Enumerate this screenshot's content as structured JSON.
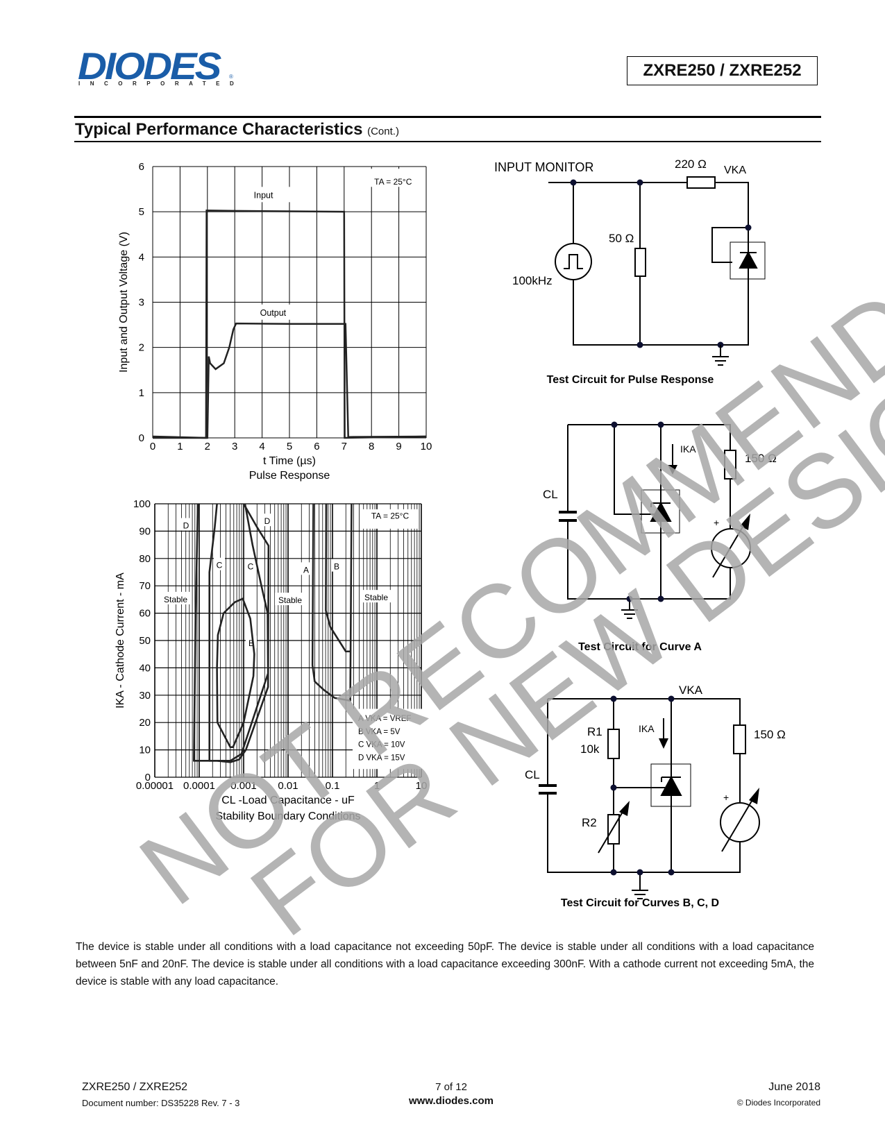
{
  "header": {
    "logo_text": "DIODES",
    "logo_subtext": "INCORPORATED",
    "logo_registered": "®",
    "part_number": "ZXRE250 / ZXRE252"
  },
  "section": {
    "title": "Typical Performance Characteristics",
    "suffix": "(Cont.)"
  },
  "watermark": {
    "line1": "NOT RECOMMENDED",
    "line2": "FOR NEW DESIGN"
  },
  "chart_data": [
    {
      "type": "line",
      "title": "Pulse Response",
      "xlabel": "t Time (µs)",
      "ylabel": "Input and Output Voltage (V)",
      "xlim": [
        0,
        10
      ],
      "ylim": [
        0,
        6
      ],
      "xticks": [
        "0",
        "1",
        "2",
        "3",
        "4",
        "5",
        "6",
        "7",
        "8",
        "9",
        "10"
      ],
      "yticks": [
        "0",
        "1",
        "2",
        "3",
        "4",
        "5",
        "6"
      ],
      "grid": true,
      "annotation": "TA = 25°C",
      "series": [
        {
          "name": "Input",
          "x": [
            0,
            1.95,
            1.97,
            3,
            5,
            7.0,
            7.02,
            10
          ],
          "y": [
            0.03,
            0.0,
            5.03,
            5.02,
            5.01,
            5.0,
            0.0,
            0.03
          ]
        },
        {
          "name": "Output",
          "x": [
            0,
            2.0,
            2.05,
            2.1,
            2.3,
            2.6,
            2.8,
            2.95,
            3.05,
            5,
            7.05,
            7.15,
            10
          ],
          "y": [
            0.0,
            0.0,
            1.8,
            1.65,
            1.52,
            1.65,
            2.0,
            2.4,
            2.53,
            2.52,
            2.52,
            0.02,
            0.03
          ]
        }
      ]
    },
    {
      "type": "line",
      "title": "Stability Boundary Conditions",
      "xlabel": "CL -Load Capacitance - uF",
      "ylabel": "IKA - Cathode Current - mA",
      "xscale": "log",
      "xlim": [
        1e-05,
        10
      ],
      "ylim": [
        0,
        100
      ],
      "xticks": [
        "0.00001",
        "0.0001",
        "0.001",
        "0.01",
        "0.1",
        "1",
        "10"
      ],
      "yticks": [
        "0",
        "10",
        "20",
        "30",
        "40",
        "50",
        "60",
        "70",
        "80",
        "90",
        "100"
      ],
      "grid": true,
      "annotation": "TA = 25°C",
      "legend": [
        "A VKA = VREF",
        "B VKA = 5V",
        "C VKA = 10V",
        "D VKA = 15V"
      ],
      "legend_position": "bottom-right",
      "region_labels": [
        "D",
        "D",
        "C",
        "C",
        "A",
        "B",
        "B",
        "Stable",
        "Stable",
        "Stable"
      ],
      "series": [
        {
          "name": "D",
          "log10_x": [
            -4.03,
            -4.08,
            -4.12,
            -3.6,
            -3.3,
            -3.1,
            -2.95,
            -2.45,
            -2.44,
            -2.7,
            -3.0
          ],
          "y": [
            100,
            60,
            6,
            6,
            5.5,
            6.5,
            10,
            33,
            84.7,
            91.5,
            100
          ]
        },
        {
          "name": "C",
          "log10_x": [
            -3.6,
            -3.65,
            -3.77,
            -3.77,
            -3.3,
            -3.05,
            -2.45,
            -2.46,
            -2.6,
            -2.8,
            -2.97
          ],
          "y": [
            100,
            91.5,
            75,
            6,
            6,
            8.5,
            38,
            60,
            70,
            85,
            100
          ]
        },
        {
          "name": "B (low C)",
          "log10_x": [
            -3.59,
            -3.6,
            -3.58,
            -3.45,
            -3.2,
            -3.02,
            -2.85,
            -2.76,
            -2.78,
            -3.0,
            -3.24,
            -3.3,
            -3.59
          ],
          "y": [
            20,
            40,
            52,
            60,
            64,
            65.3,
            58,
            45,
            37,
            20,
            11,
            11,
            20
          ]
        },
        {
          "name": "A",
          "log10_x": [
            -1.43,
            -1.45,
            -1.4,
            -1.2,
            -0.95,
            -0.6,
            -0.57
          ],
          "y": [
            100,
            41,
            35,
            32,
            29,
            28,
            100
          ]
        },
        {
          "name": "B (high C)",
          "log10_x": [
            -1.14,
            -1.15,
            -1.05,
            -0.7,
            -0.6
          ],
          "y": [
            100,
            61,
            55,
            46,
            46
          ]
        }
      ]
    }
  ],
  "circuits": {
    "pulse": {
      "input_label": "INPUT MONITOR",
      "r1": "220 Ω",
      "vka": "VKA",
      "r2": "50 Ω",
      "source": "100kHz",
      "title": "Test Circuit for Pulse Response"
    },
    "curve_a": {
      "cl": "CL",
      "ika": "IKA",
      "r": "150 Ω",
      "plus": "+",
      "title": "Test Circuit for Curve A"
    },
    "curve_bcd": {
      "vka": "VKA",
      "r1": "R1",
      "r1_value": "10k",
      "ika": "IKA",
      "r": "150 Ω",
      "cl": "CL",
      "r2": "R2",
      "plus": "+",
      "title": "Test Circuit for Curves B, C, D"
    }
  },
  "body_text": "The device is stable under all conditions with a load capacitance not exceeding 50pF. The device is stable under all conditions with a load capacitance between 5nF and 20nF. The device is stable under all conditions with a load capacitance exceeding 300nF. With a cathode current not exceeding 5mA, the device is stable with any load capacitance.",
  "footer": {
    "part": "ZXRE250 / ZXRE252",
    "doc_number": "Document number: DS35228 Rev. 7 - 3",
    "page": "7 of 12",
    "website": "www.diodes.com",
    "date": "June 2018",
    "copyright": "© Diodes Incorporated"
  }
}
